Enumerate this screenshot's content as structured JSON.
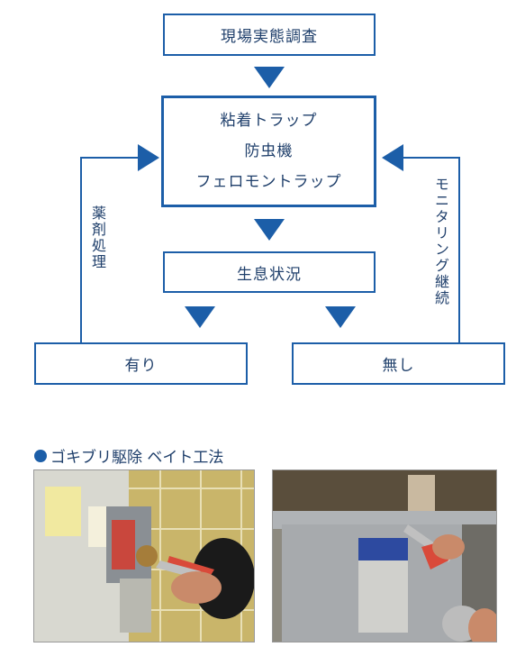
{
  "flow": {
    "survey": "現場実態調査",
    "methods": [
      "粘着トラップ",
      "防虫機",
      "フェロモントラップ"
    ],
    "status": "生息状況",
    "present": "有り",
    "absent": "無し",
    "left_loop": "薬剤処理",
    "right_loop": "モニタリング継続"
  },
  "section": {
    "title": "ゴキブリ駆除 ベイト工法"
  },
  "colors": {
    "accent": "#1c5ea8",
    "text": "#1f3f6b"
  }
}
